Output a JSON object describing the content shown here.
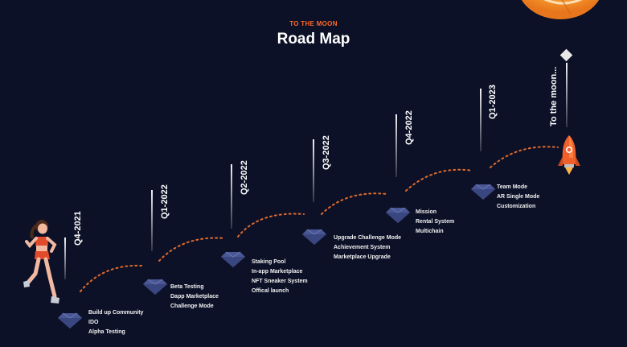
{
  "header": {
    "eyebrow": "TO THE MOON",
    "title": "Road Map"
  },
  "milestones": [
    {
      "quarter": "Q4-2021",
      "items": [
        "Build up Community",
        "IDO",
        "Alpha Testing"
      ]
    },
    {
      "quarter": "Q1-2022",
      "items": [
        "Beta Testing",
        "Dapp Marketplace",
        "Challenge Mode"
      ]
    },
    {
      "quarter": "Q2-2022",
      "items": [
        "Staking Pool",
        "In-app Marketplace",
        "NFT Sneaker System",
        "Offical launch"
      ]
    },
    {
      "quarter": "Q3-2022",
      "items": [
        "Upgrade Challenge Mode",
        "Achievement System",
        "Marketplace Upgrade"
      ]
    },
    {
      "quarter": "Q4-2022",
      "items": [
        "Mission",
        "Rental System",
        "Multichain"
      ]
    },
    {
      "quarter": "Q1-2023",
      "items": [
        "Team Mode",
        "AR Single Mode",
        "Customization"
      ]
    }
  ],
  "finale": {
    "label": "To the moon..."
  },
  "colors": {
    "background": "#0c1127",
    "accent": "#ff6a2a",
    "gem": "#4a5794",
    "dots": "#e06a2c"
  },
  "icons": {
    "gem": "purple-gem-icon",
    "rocket": "rocket-icon",
    "runner": "runner-character-icon",
    "moon": "moon-planet-icon",
    "diamond": "diamond-marker-icon"
  }
}
